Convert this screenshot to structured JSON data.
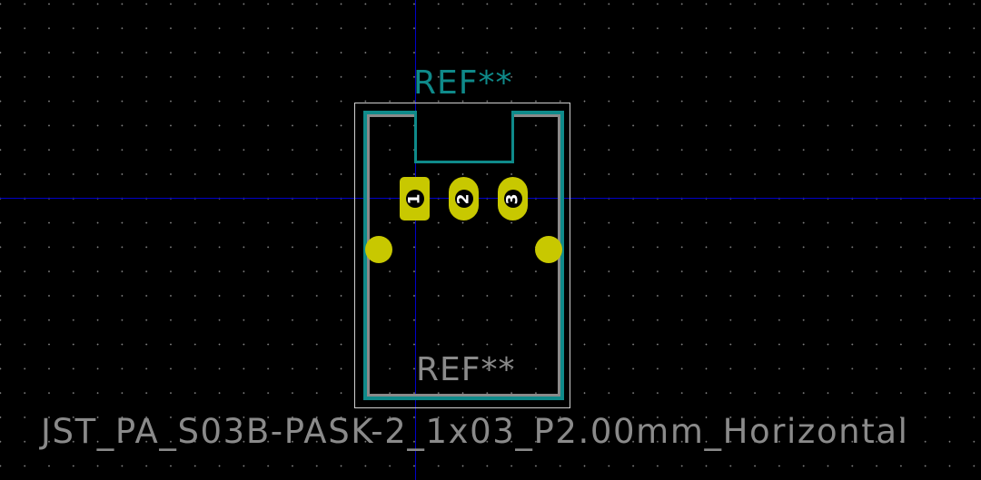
{
  "footprint": {
    "reference_top": "REF**",
    "reference_fab": "REF**",
    "value": "JST_PA_S03B-PASK-2_1x03_P2.00mm_Horizontal",
    "pads": [
      {
        "number": "1",
        "shape": "rect"
      },
      {
        "number": "2",
        "shape": "oval"
      },
      {
        "number": "3",
        "shape": "oval"
      }
    ],
    "mounting_holes": 2
  },
  "colors": {
    "background": "#000000",
    "grid": "#8a8a8a",
    "crosshair": "#0000c8",
    "silkscreen": "#0f8a8a",
    "fabrication": "#8a8a8a",
    "courtyard": "#d0d0d0",
    "pad": "#c8c800"
  }
}
